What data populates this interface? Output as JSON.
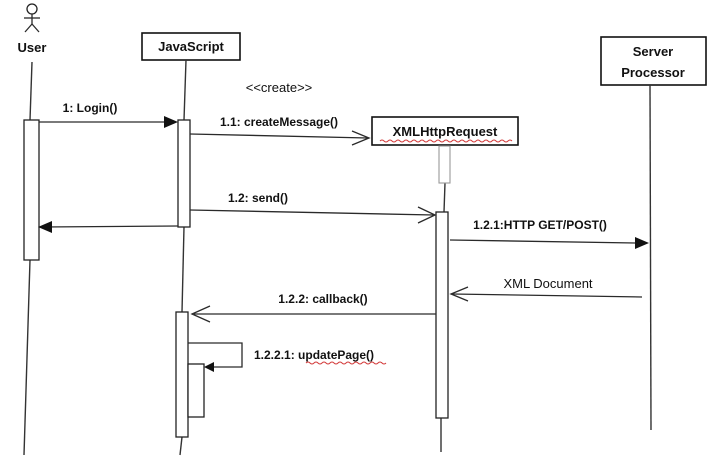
{
  "participants": {
    "user": "User",
    "javascript": "JavaScript",
    "xhr": "XMLHttpRequest",
    "server_line1": "Server",
    "server_line2": "Processor"
  },
  "stereotype": "<<create>>",
  "messages": {
    "login": "1: Login()",
    "create_message": "1.1: createMessage()",
    "send": "1.2: send()",
    "http": "1.2.1:HTTP GET/POST()",
    "xml_document": "XML Document",
    "callback": "1.2.2: callback()",
    "update_page": "1.2.2.1: updatePage()"
  }
}
